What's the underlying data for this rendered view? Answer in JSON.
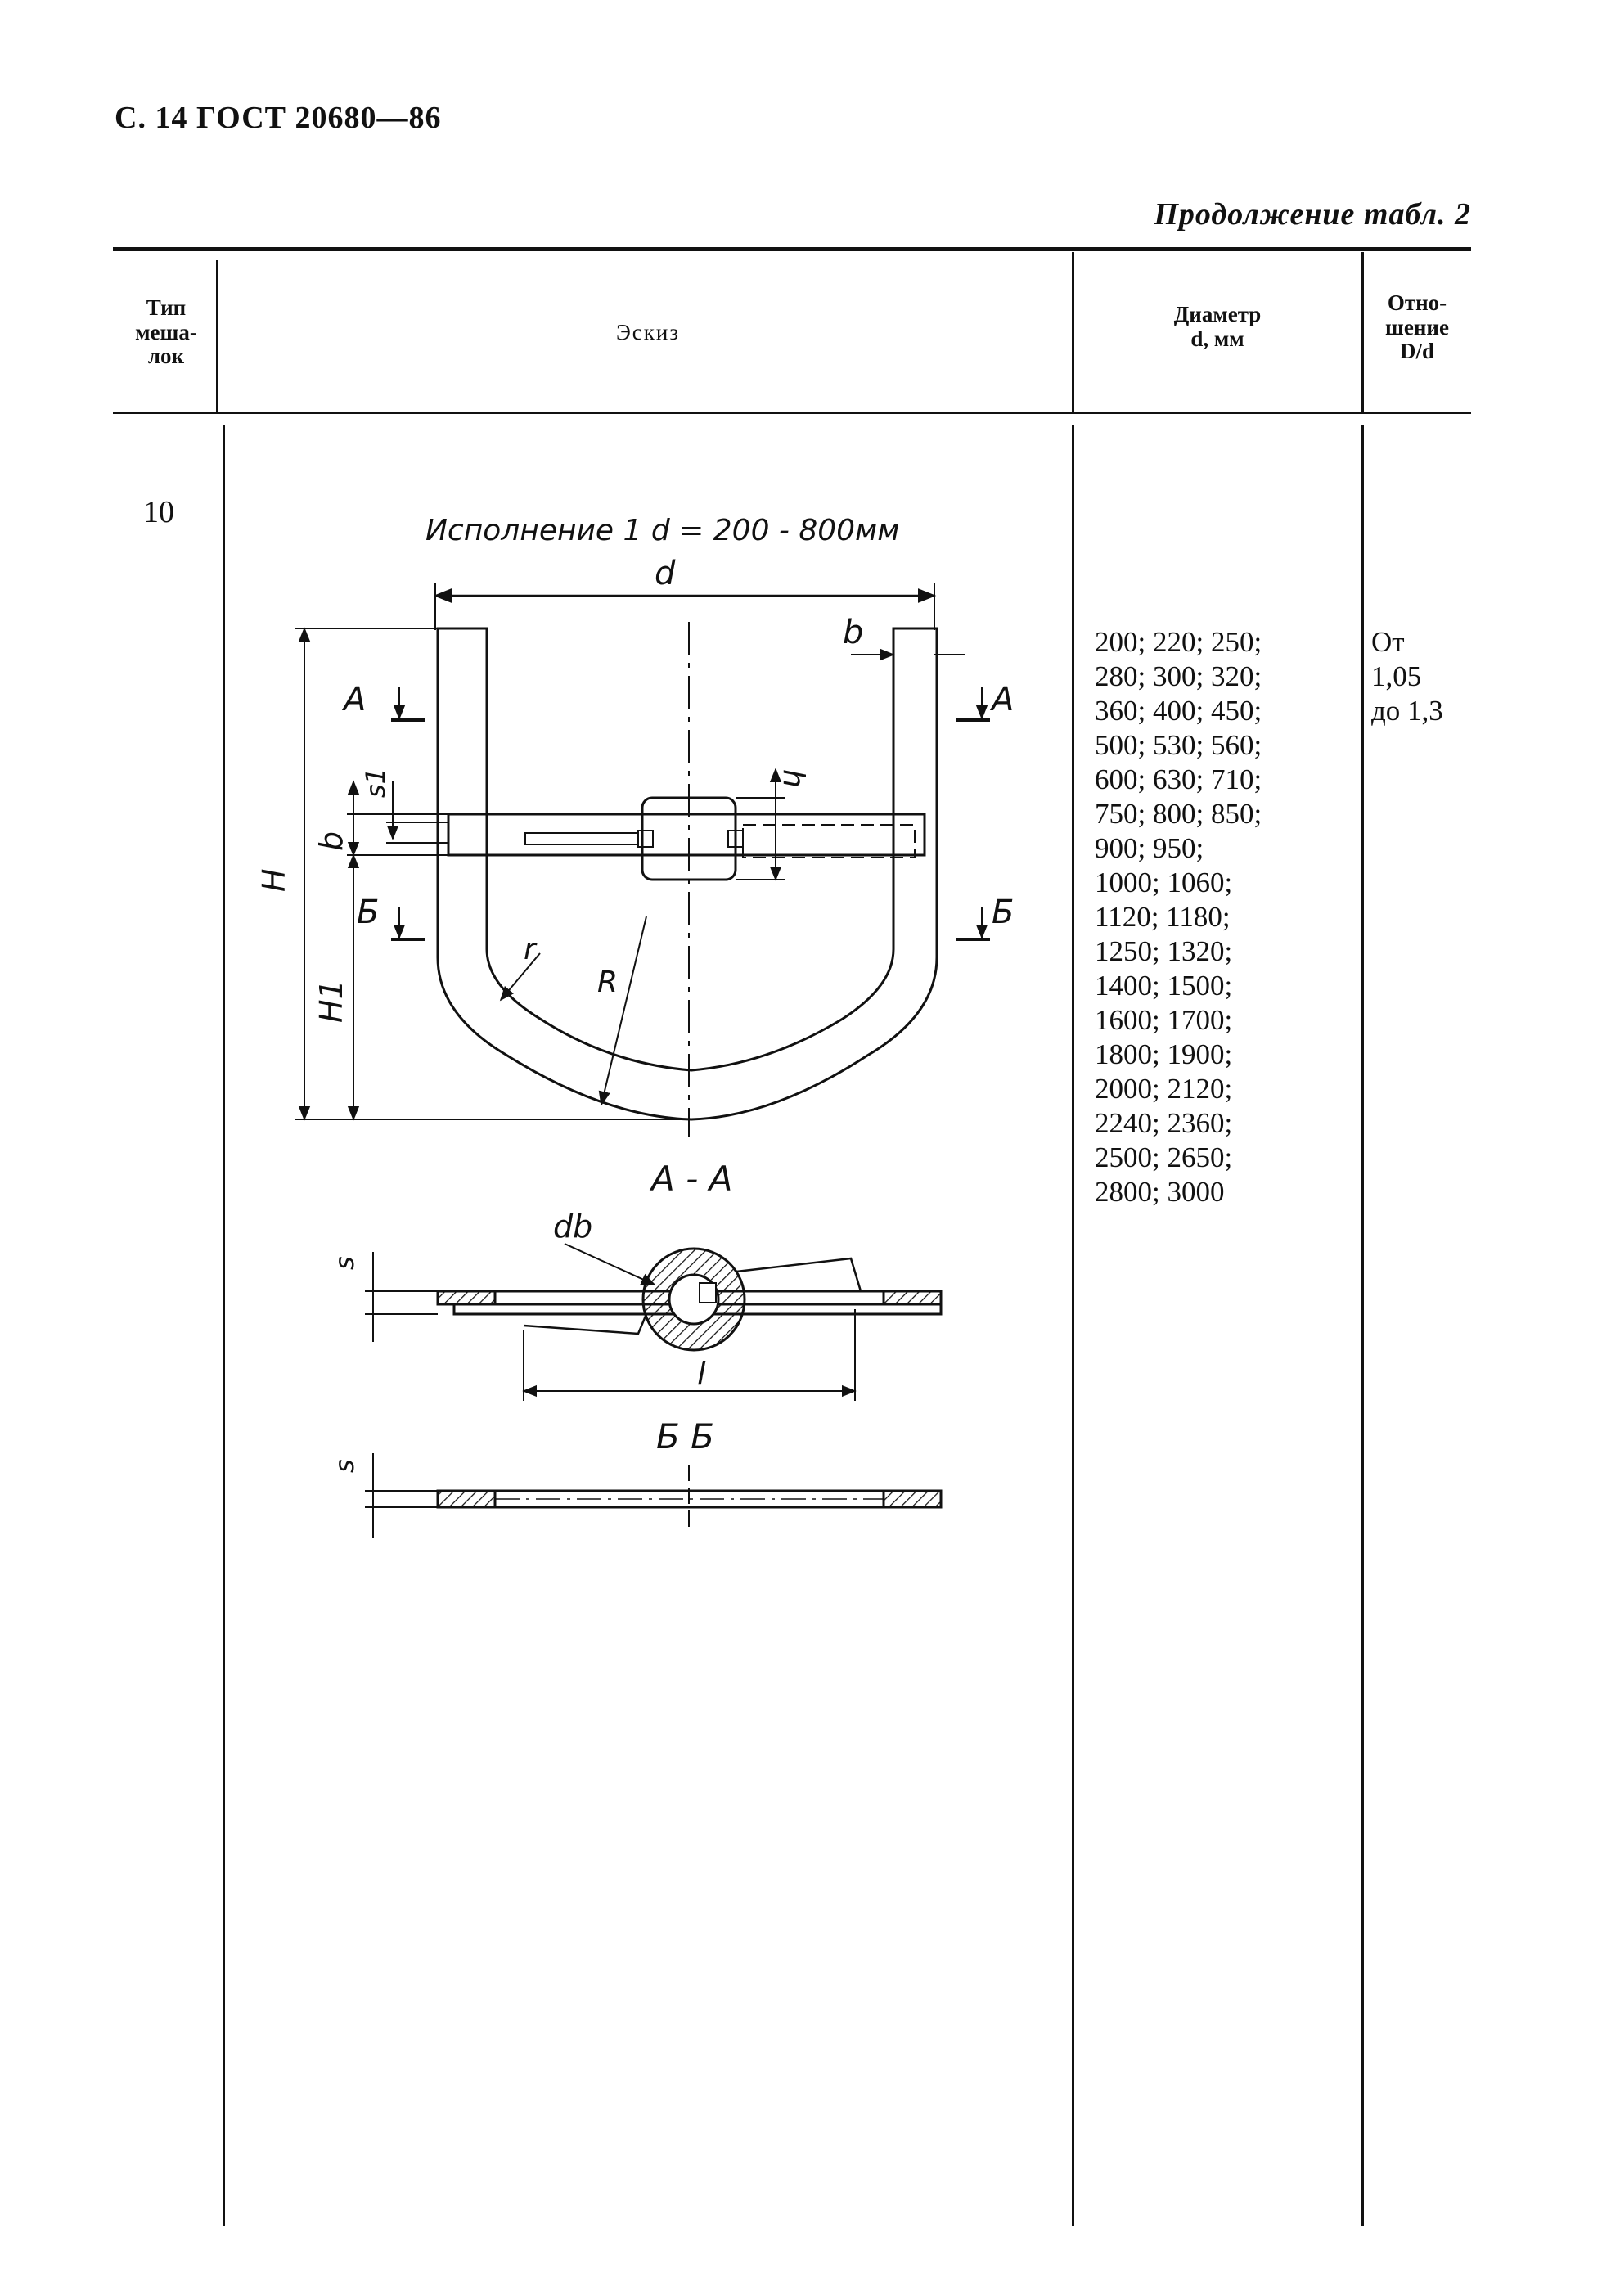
{
  "header": {
    "page_label": "С. 14 ГОСТ 20680—86",
    "continuation": "Продолжение табл. 2"
  },
  "table": {
    "columns": [
      "Тип\nмеша-\nлок",
      "Эскиз",
      "Диаметр\nd, мм",
      "Отно-\nшение\nD/d"
    ],
    "row": {
      "type": "10",
      "diameters": "200; 220; 250;\n280; 300; 320;\n360; 400; 450;\n500; 530; 560;\n600; 630; 710;\n750; 800; 850;\n900; 950;\n1000; 1060;\n1120; 1180;\n1250; 1320;\n1400; 1500;\n1600; 1700;\n1800; 1900;\n2000; 2120;\n2240; 2360;\n2500; 2650;\n2800; 3000",
      "ratio": "От\n1,05\nдо 1,3"
    }
  },
  "drawing": {
    "caption": "Исполнение 1   d = 200 - 800мм",
    "labels": {
      "d": "d",
      "b_top": "b",
      "A": "А",
      "B": "Б",
      "h": "h",
      "s1": "s1",
      "b_side": "b",
      "H": "H",
      "H1": "H1",
      "r": "r",
      "R": "R",
      "section_AA": "А - А",
      "db": "db",
      "s": "s",
      "l": "l",
      "section_BB": "Б  Б"
    }
  }
}
